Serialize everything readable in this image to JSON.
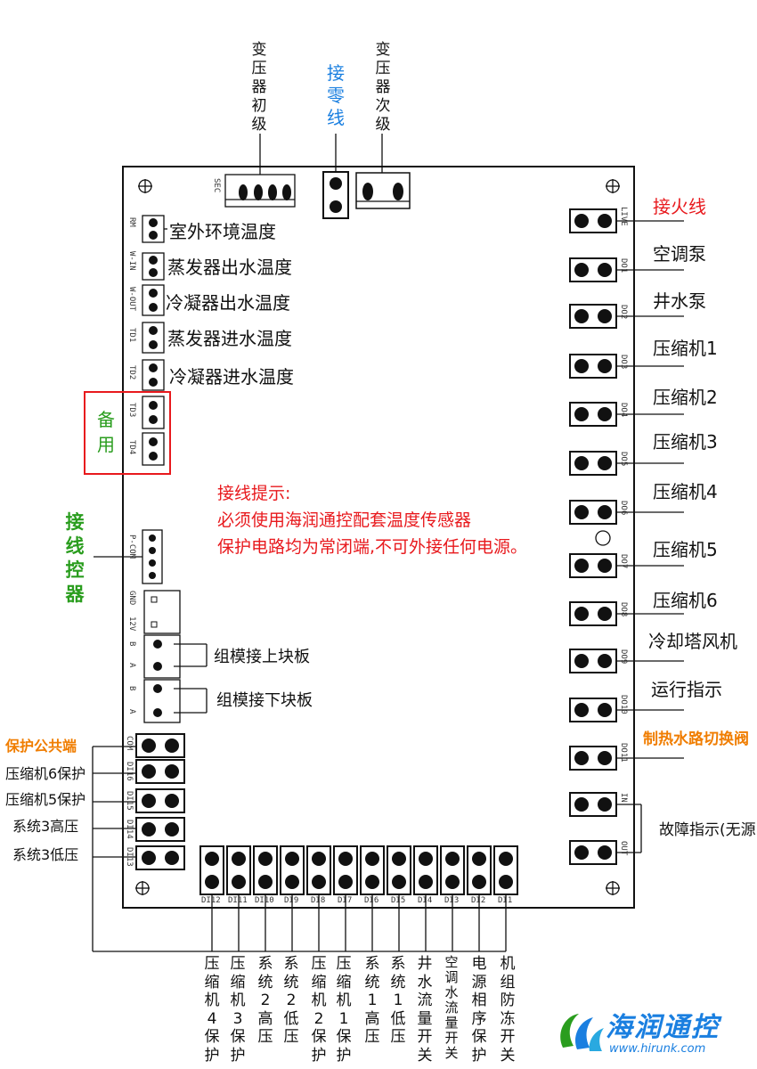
{
  "top_labels": {
    "transformer_primary": "变\n压\n器\n初\n级",
    "neutral": "接\n零\n线",
    "transformer_secondary": "变\n压\n器\n次\n级",
    "sec_pin": "SEC"
  },
  "left_sensors": [
    {
      "pin": "RM",
      "label": "室外环境温度"
    },
    {
      "pin": "W-IN",
      "label": "蒸发器出水温度"
    },
    {
      "pin": "W-OUT",
      "label": "冷凝器出水温度"
    },
    {
      "pin": "TD1",
      "label": "蒸发器进水温度"
    },
    {
      "pin": "TD2",
      "label": "冷凝器进水温度"
    },
    {
      "pin": "TD3",
      "label": ""
    },
    {
      "pin": "TD4",
      "label": ""
    }
  ],
  "spare_label": "备\n用",
  "controller_label": "接\n线\n控\n器",
  "controller_pin": "P-COM",
  "module_pins": [
    "GND",
    "12V",
    "B",
    "A",
    "B",
    "A"
  ],
  "module_labels": {
    "upper": "组模接上块板",
    "lower": "组模接下块板"
  },
  "tips": {
    "line1": "接线提示:",
    "line2": "必须使用海润通控配套温度传感器",
    "line3": "保护电路均为常闭端,不可外接任何电源。"
  },
  "left_protect": [
    {
      "pin": "COM",
      "label": "保护公共端",
      "highlight": true
    },
    {
      "pin": "DI16",
      "label": "压缩机6保护",
      "highlight": false
    },
    {
      "pin": "DI15",
      "label": "压缩机5保护",
      "highlight": false
    },
    {
      "pin": "DI14",
      "label": "系统3高压",
      "highlight": false
    },
    {
      "pin": "DI13",
      "label": "系统3低压",
      "highlight": false
    }
  ],
  "right_outputs": [
    {
      "pin": "LIVE",
      "label": "接火线",
      "color": "#e8191d"
    },
    {
      "pin": "DO1",
      "label": "空调泵",
      "color": "#111111"
    },
    {
      "pin": "DO2",
      "label": "井水泵",
      "color": "#111111"
    },
    {
      "pin": "DO3",
      "label": "压缩机1",
      "color": "#111111"
    },
    {
      "pin": "DO4",
      "label": "压缩机2",
      "color": "#111111"
    },
    {
      "pin": "DO5",
      "label": "压缩机3",
      "color": "#111111"
    },
    {
      "pin": "DO6",
      "label": "压缩机4",
      "color": "#111111"
    },
    {
      "pin": "DO7",
      "label": "压缩机5",
      "color": "#111111"
    },
    {
      "pin": "DO8",
      "label": "压缩机6",
      "color": "#111111"
    },
    {
      "pin": "DO9",
      "label": "冷却塔风机",
      "color": "#111111"
    },
    {
      "pin": "DO10",
      "label": "运行指示",
      "color": "#111111"
    },
    {
      "pin": "DO11",
      "label": "制热水路切换阀",
      "color": "#f07d00"
    }
  ],
  "fault": {
    "pin_in": "IN",
    "pin_out": "OUT",
    "label": "故障指示(无源)"
  },
  "bottom_inputs": [
    {
      "pin": "DI12",
      "label": "压\n缩\n机\n4\n保\n护"
    },
    {
      "pin": "DI11",
      "label": "压\n缩\n机\n3\n保\n护"
    },
    {
      "pin": "DI10",
      "label": "系\n统\n2\n高\n压"
    },
    {
      "pin": "DI9",
      "label": "系\n统\n2\n低\n压"
    },
    {
      "pin": "DI8",
      "label": "压\n缩\n机\n2\n保\n护"
    },
    {
      "pin": "DI7",
      "label": "压\n缩\n机\n1\n保\n护"
    },
    {
      "pin": "DI6",
      "label": "系\n统\n1\n高\n压"
    },
    {
      "pin": "DI5",
      "label": "系\n统\n1\n低\n压"
    },
    {
      "pin": "DI4",
      "label": "井\n水\n流\n量\n开\n关"
    },
    {
      "pin": "DI3",
      "label": "空\n调\n水\n流\n量\n开\n关"
    },
    {
      "pin": "DI2",
      "label": "电\n源\n相\n序\n保\n护"
    },
    {
      "pin": "DI1",
      "label": "机\n组\n防\n冻\n开\n关"
    }
  ],
  "logo": {
    "name": "海润通控",
    "url": "www.hirunk.com"
  },
  "colors": {
    "red": "#e8191d",
    "blue": "#1a7fe0",
    "green": "#2a9d1e",
    "orange": "#f07d00"
  }
}
